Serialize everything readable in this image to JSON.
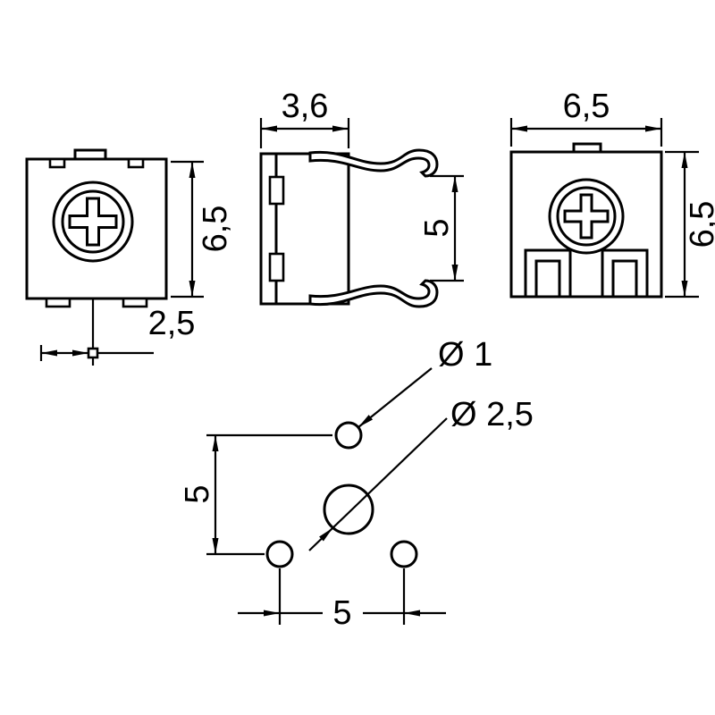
{
  "colors": {
    "line": "#000000",
    "background": "#ffffff"
  },
  "views": {
    "front": {
      "height": "6,5",
      "pin_offset": "2,5"
    },
    "side": {
      "depth": "3,6",
      "clip_span": "5"
    },
    "back": {
      "width": "6,5",
      "height": "6,5"
    },
    "footprint": {
      "hole_small": "Ø 1",
      "hole_large": "Ø 2,5",
      "pitch_vertical": "5",
      "pitch_horizontal": "5"
    }
  }
}
